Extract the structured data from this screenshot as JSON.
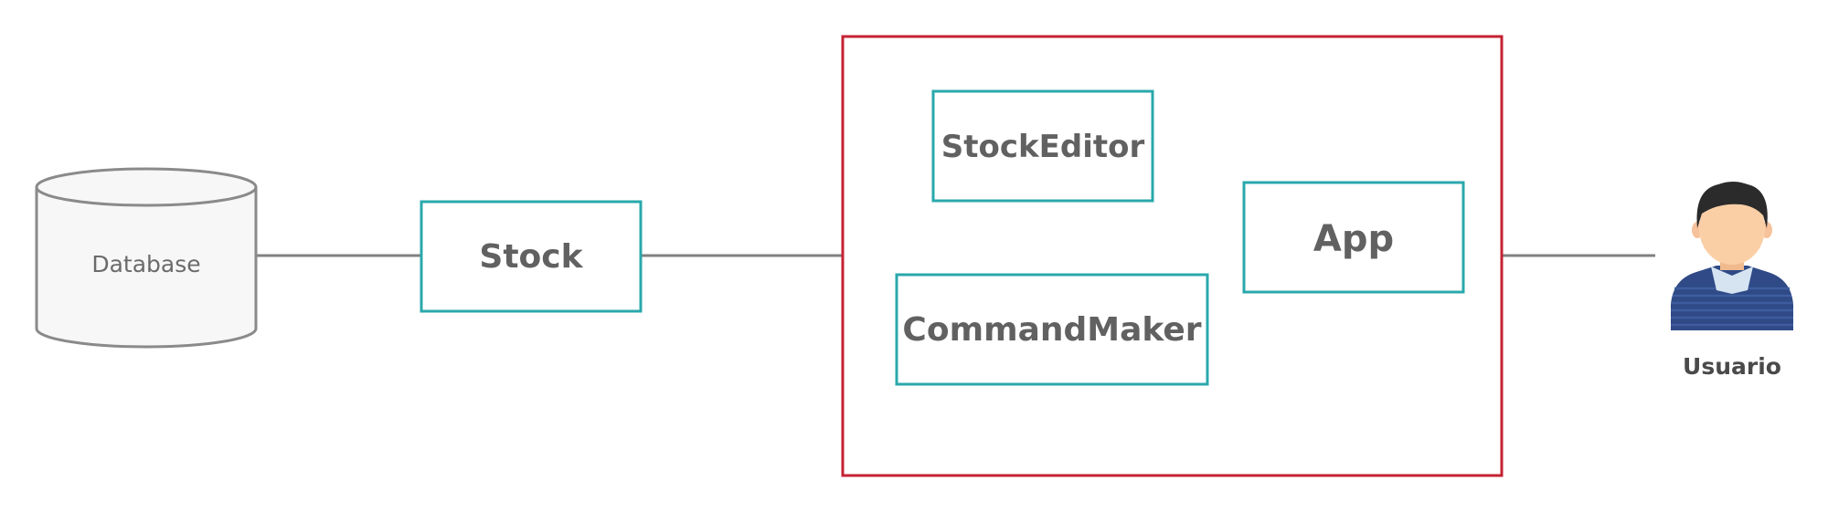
{
  "diagram": {
    "database_label": "Database",
    "stock_label": "Stock",
    "stock_editor_label": "StockEditor",
    "command_maker_label": "CommandMaker",
    "app_label": "App",
    "user_label": "Usuario"
  },
  "colors": {
    "box_border": "#2aa8ac",
    "container_border": "#c42232",
    "connector": "#808080",
    "database_fill": "#f7f7f7",
    "database_border": "#8a8a8a",
    "label_text": "#616161"
  },
  "icons": {
    "user": "user-avatar-icon",
    "database": "database-cylinder-icon"
  }
}
